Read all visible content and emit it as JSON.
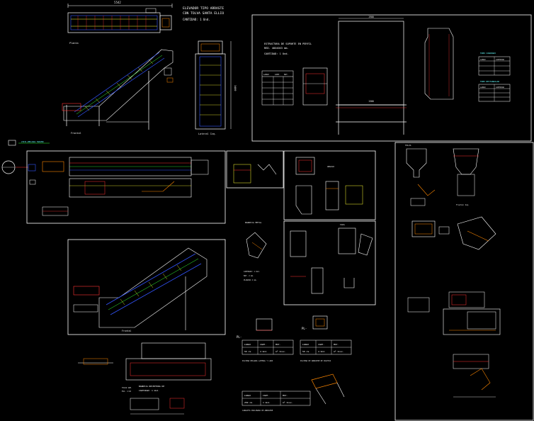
{
  "drawing": {
    "main_title_line1": "ELEVADOR TIPO ARRASTE",
    "main_title_line2": "CON TOLVA SANTA ELLIO",
    "main_title_line3": "CANTIDAD: 1 Und.",
    "dim_top": "5542",
    "label_planta": "Planta",
    "label_frontal": "Frontal",
    "label_lateral": "Lateral Izq.",
    "dim_height": "3400",
    "right_box_title1": "ESTRUCTURA DE SOPORTE EN PERFIL",
    "right_box_title2": "RED. 40X40X3 mm.",
    "right_box_title3": "CANTIDAD: 1 Und.",
    "dim_right_a": "1900",
    "dim_right_b": "1500",
    "left_table_head": [
      "LARGO",
      "CANT.",
      "MAT."
    ],
    "right_table_a_title": "TUBO CUADRADO",
    "right_table_a_head": [
      "LARGO",
      "CANTIDAD"
    ],
    "right_table_b_title": "TUBO RECTANGULAR",
    "right_table_b_head": [
      "LARGO",
      "CANTIDAD"
    ],
    "legend_text": "VISTA AMPLIADA TABLERO",
    "angle_label": "ANGULO",
    "frontal_label": "Frontal",
    "tapa_label": "TAPA",
    "label_revisiones": "BANDEJA METAL",
    "mid_notes": [
      "CANTIDAD: 1 Und.",
      "MAT. 2 mm.",
      "PLANCHA 2 mm."
    ],
    "pl_left_label": "PL-",
    "pl_right_label": "PL-",
    "pl_left_table": {
      "head": [
        "LARGO",
        "CANT.",
        "MAT."
      ],
      "row": [
        "50 cm.",
        "4 Und.",
        "Aº Inox."
      ]
    },
    "pl_right_table": {
      "head": [
        "LARGO",
        "CANT.",
        "MAT."
      ],
      "row": [
        "50 cm.",
        "4 Und.",
        "Aº Inox."
      ]
    },
    "pl_left_caption": "PLATINA DELGADA LATERAL Y LADO",
    "pl_right_caption": "PLATINA DE ARRASTRE DE PALETAS",
    "bottom_table": {
      "head": [
        "LARGO",
        "CANT.",
        "MAT."
      ],
      "row": [
        "250 cm.",
        "1 Und.",
        "Aº Inox."
      ]
    },
    "bottom_caption": "CANALETA INCLINADA DE ARRASTRE",
    "bottom_left_caption1": "BANDEJA RECEPTORA DE",
    "bottom_left_caption2": "CANTIDAD: 1 Und.",
    "small_note1": "TOLVA SUP.",
    "small_note2": "ESC. 1:10",
    "right_col_title": "TOLVA",
    "right_col_label2": "Frontal Izq."
  },
  "colors": {
    "bg": "#000000",
    "line_white": "#ffffff",
    "line_blue": "#3355ff",
    "line_yellow": "#ffff33",
    "line_red": "#ff3333",
    "line_orange": "#ff8800",
    "line_cyan": "#33ffff",
    "line_green": "#33ff33",
    "line_grey": "#999999"
  }
}
